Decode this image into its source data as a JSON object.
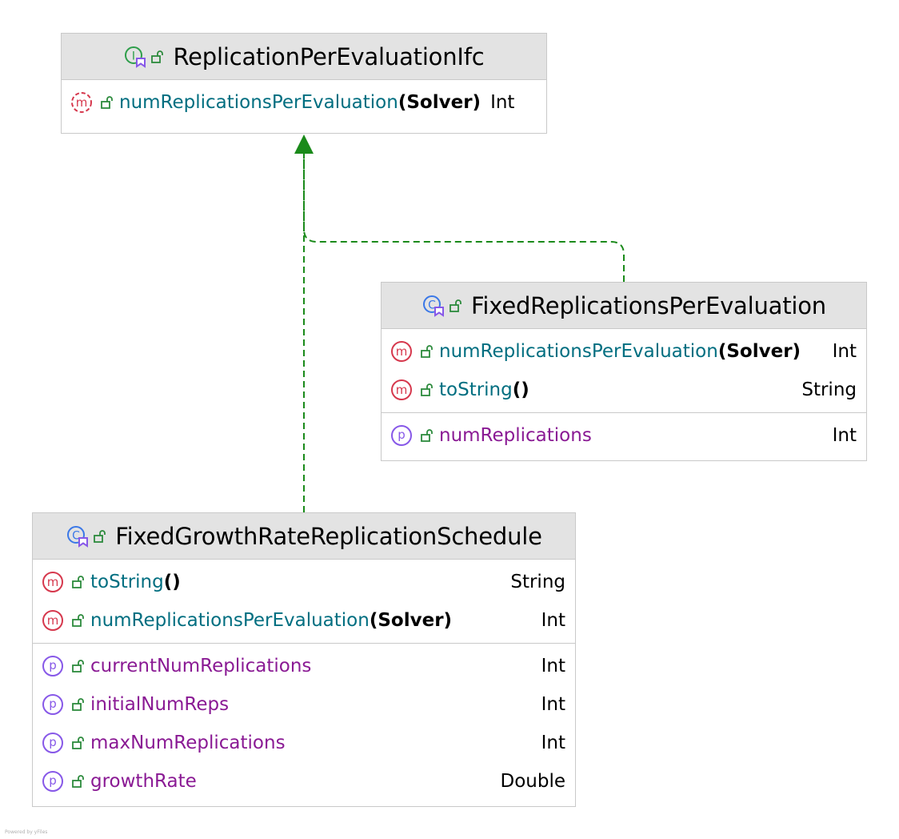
{
  "colors": {
    "method_icon": "#d6384d",
    "property_icon": "#8758e8",
    "class_icon": "#3b78e7",
    "interface_icon": "#2e9e4a",
    "lock_icon": "#2c8a3c",
    "method_name": "#006e80",
    "property_name": "#8a1a94",
    "arrow": "#1a8a1a"
  },
  "interface_box": {
    "title": "ReplicationPerEvaluationIfc",
    "methods": [
      {
        "name": "numReplicationsPerEvaluation",
        "params": "(Solver)",
        "type": "Int",
        "icon": "abstract-method-icon"
      }
    ]
  },
  "fixed_box": {
    "title": "FixedReplicationsPerEvaluation",
    "methods": [
      {
        "name": "numReplicationsPerEvaluation",
        "params": "(Solver)",
        "type": "Int",
        "icon": "method-icon"
      },
      {
        "name": "toString",
        "params": "()",
        "type": "String",
        "icon": "method-icon"
      }
    ],
    "properties": [
      {
        "name": "numReplications",
        "type": "Int",
        "icon": "property-icon"
      }
    ]
  },
  "growth_box": {
    "title": "FixedGrowthRateReplicationSchedule",
    "methods": [
      {
        "name": "toString",
        "params": "()",
        "type": "String",
        "icon": "method-icon"
      },
      {
        "name": "numReplicationsPerEvaluation",
        "params": "(Solver)",
        "type": "Int",
        "icon": "method-icon"
      }
    ],
    "properties": [
      {
        "name": "currentNumReplications",
        "type": "Int",
        "icon": "property-icon"
      },
      {
        "name": "initialNumReps",
        "type": "Int",
        "icon": "property-icon"
      },
      {
        "name": "maxNumReplications",
        "type": "Int",
        "icon": "property-icon"
      },
      {
        "name": "growthRate",
        "type": "Double",
        "icon": "property-icon"
      }
    ]
  },
  "footer": "Powered by yFiles"
}
